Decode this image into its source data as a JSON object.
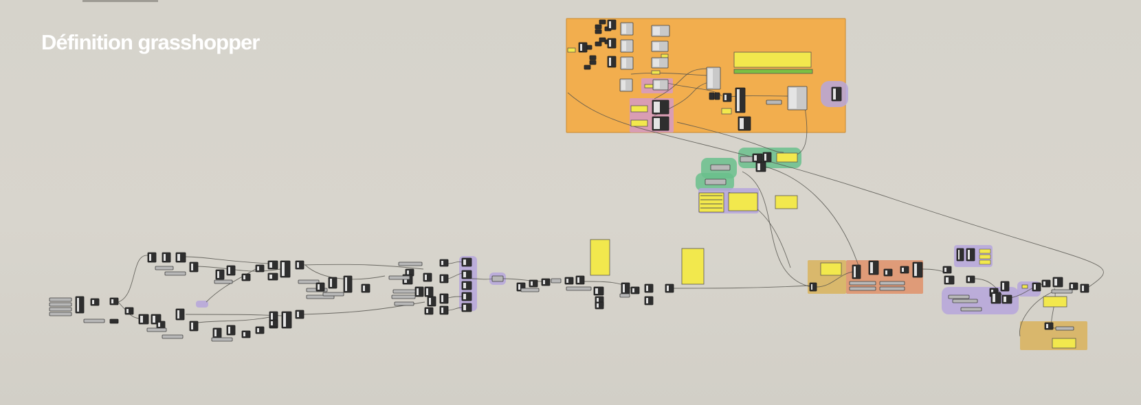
{
  "slide": {
    "title": "Définition grasshopper"
  },
  "colors": {
    "background": "#d7d4cc",
    "title_text": "#ffffff",
    "group_orange": "#f2ae4e",
    "group_purple": "#b6a6dc",
    "group_pink": "#d59ac6",
    "group_green": "#6abf8c",
    "group_tan": "#d9b35c",
    "group_salmon": "#e1906a",
    "panel_yellow": "#f2e84d",
    "slider_green": "#7cc043",
    "component_dark": "#2e2e2e",
    "component_grey": "#c9c9c9",
    "wire": "#55534e"
  },
  "definition": {
    "type": "grasshopper-node-graph",
    "groups": [
      {
        "id": "g-orange-main",
        "color": "orange"
      },
      {
        "id": "g-pink-1",
        "color": "pink"
      },
      {
        "id": "g-pink-2",
        "color": "pink"
      },
      {
        "id": "g-purple-output",
        "color": "purple"
      },
      {
        "id": "g-green-1",
        "color": "green"
      },
      {
        "id": "g-green-2",
        "color": "green"
      },
      {
        "id": "g-green-3",
        "color": "green"
      },
      {
        "id": "g-purple-3",
        "color": "purple"
      },
      {
        "id": "g-purple-fan",
        "color": "purple"
      },
      {
        "id": "g-purple-mid",
        "color": "purple"
      },
      {
        "id": "g-purple-tiny",
        "color": "purple"
      },
      {
        "id": "g-tan",
        "color": "tan"
      },
      {
        "id": "g-salmon",
        "color": "salmon"
      },
      {
        "id": "g-purple-right-top",
        "color": "purple"
      },
      {
        "id": "g-purple-right-cluster",
        "color": "purple"
      },
      {
        "id": "g-purple-right-small",
        "color": "purple"
      },
      {
        "id": "g-tan-bottom-right",
        "color": "tan"
      }
    ]
  }
}
